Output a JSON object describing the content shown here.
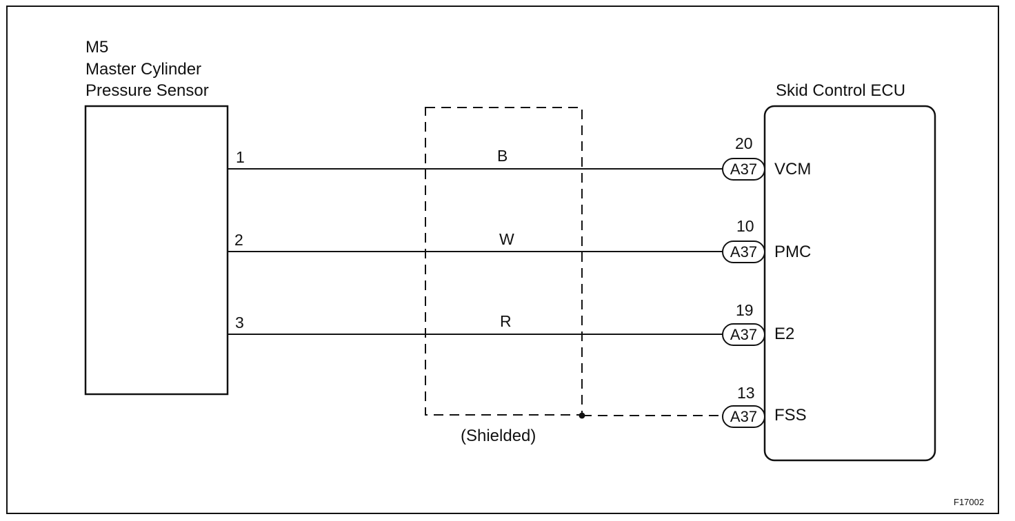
{
  "figure_id": "F17002",
  "sensor": {
    "code": "M5",
    "name_line1": "Master Cylinder",
    "name_line2": "Pressure Sensor",
    "pins": [
      "1",
      "2",
      "3"
    ]
  },
  "ecu": {
    "name": "Skid Control ECU"
  },
  "shield_label": "(Shielded)",
  "wires": [
    {
      "sensor_pin": "1",
      "color": "B",
      "ecu_pin": "20",
      "connector": "A37",
      "terminal": "VCM"
    },
    {
      "sensor_pin": "2",
      "color": "W",
      "ecu_pin": "10",
      "connector": "A37",
      "terminal": "PMC"
    },
    {
      "sensor_pin": "3",
      "color": "R",
      "ecu_pin": "19",
      "connector": "A37",
      "terminal": "E2"
    }
  ],
  "shield_wire": {
    "ecu_pin": "13",
    "connector": "A37",
    "terminal": "FSS"
  }
}
